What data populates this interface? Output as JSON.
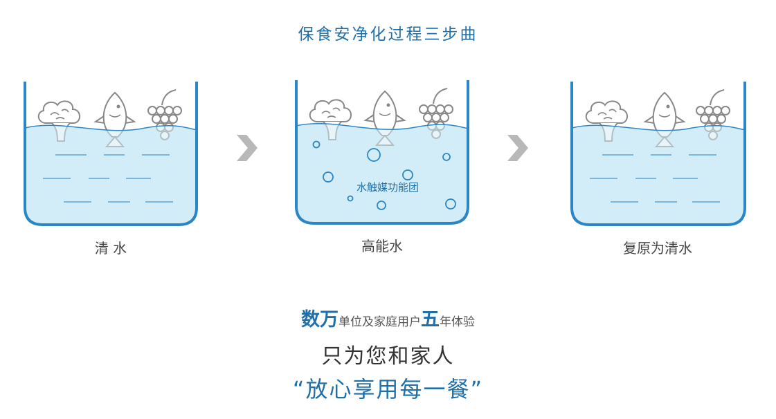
{
  "title": "保食安净化过程三步曲",
  "steps": [
    {
      "caption": "清  水"
    },
    {
      "caption": "高能水",
      "label": "水触媒功能团"
    },
    {
      "caption": "复原为清水"
    }
  ],
  "slogan": {
    "a": "数万",
    "b": "单位及家庭用户",
    "c": "五",
    "d": "年体验",
    "line2": "只为您和家人",
    "line3": "“放心享用每一餐”"
  },
  "colors": {
    "accent": "#1f6fa8",
    "container": "#2b86c5",
    "water": "#d3edf8",
    "arrow": "#b8b8b8"
  }
}
